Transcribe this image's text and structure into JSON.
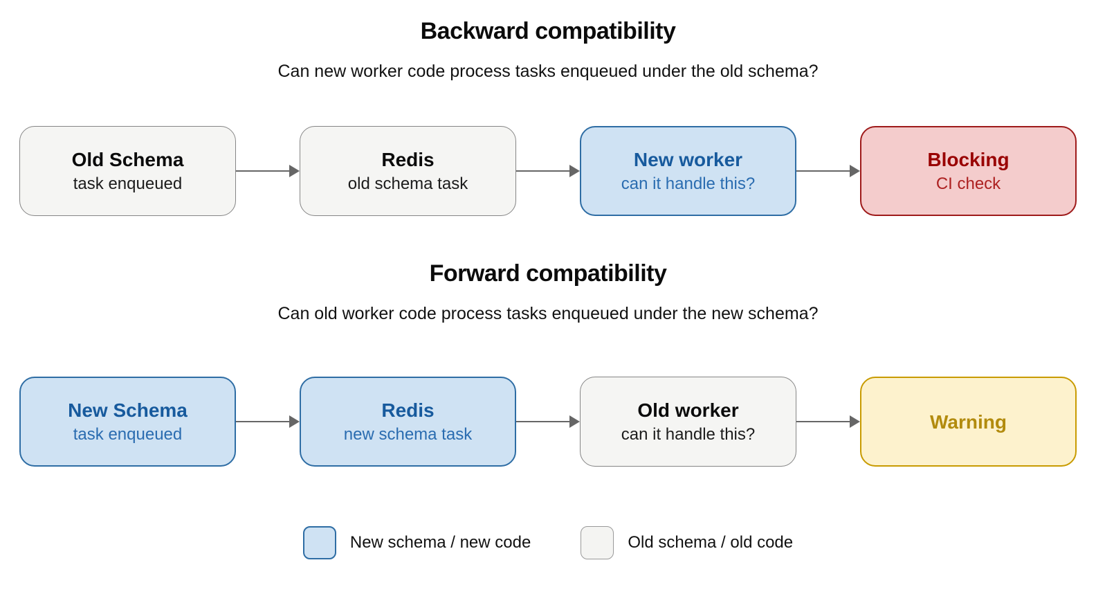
{
  "sections": [
    {
      "title": "Backward compatibility",
      "subtitle": "Can new worker code process tasks enqueued under the old schema?",
      "nodes": [
        {
          "title": "Old Schema",
          "subtitle": "task enqueued",
          "variant": "old"
        },
        {
          "title": "Redis",
          "subtitle": "old schema task",
          "variant": "old"
        },
        {
          "title": "New worker",
          "subtitle": "can it handle this?",
          "variant": "new"
        },
        {
          "title": "Blocking",
          "subtitle": "CI check",
          "variant": "blocking"
        }
      ]
    },
    {
      "title": "Forward compatibility",
      "subtitle": "Can old worker code process tasks enqueued under the new schema?",
      "nodes": [
        {
          "title": "New Schema",
          "subtitle": "task enqueued",
          "variant": "new"
        },
        {
          "title": "Redis",
          "subtitle": "new schema task",
          "variant": "new"
        },
        {
          "title": "Old worker",
          "subtitle": "can it handle this?",
          "variant": "old"
        },
        {
          "title": "Warning",
          "subtitle": "",
          "variant": "warning"
        }
      ]
    }
  ],
  "legend": [
    {
      "label": "New schema / new code",
      "variant": "new"
    },
    {
      "label": "Old schema / old code",
      "variant": "old"
    }
  ],
  "icons": {
    "arrow": "arrow-right-icon"
  },
  "colors": {
    "page_background": "#ffffff",
    "text": "#0b0b0b",
    "arrow": "#666666",
    "old_fill": "#f5f5f3",
    "old_border": "#858585",
    "new_fill": "#cfe2f3",
    "new_border": "#2e6da4",
    "new_text": "#175a9d",
    "blocking_fill": "#f4cccc",
    "blocking_border": "#9e1a1a",
    "blocking_text": "#990000",
    "warning_fill": "#fdf2cd",
    "warning_border": "#c89b00",
    "warning_text": "#b28b0e"
  }
}
